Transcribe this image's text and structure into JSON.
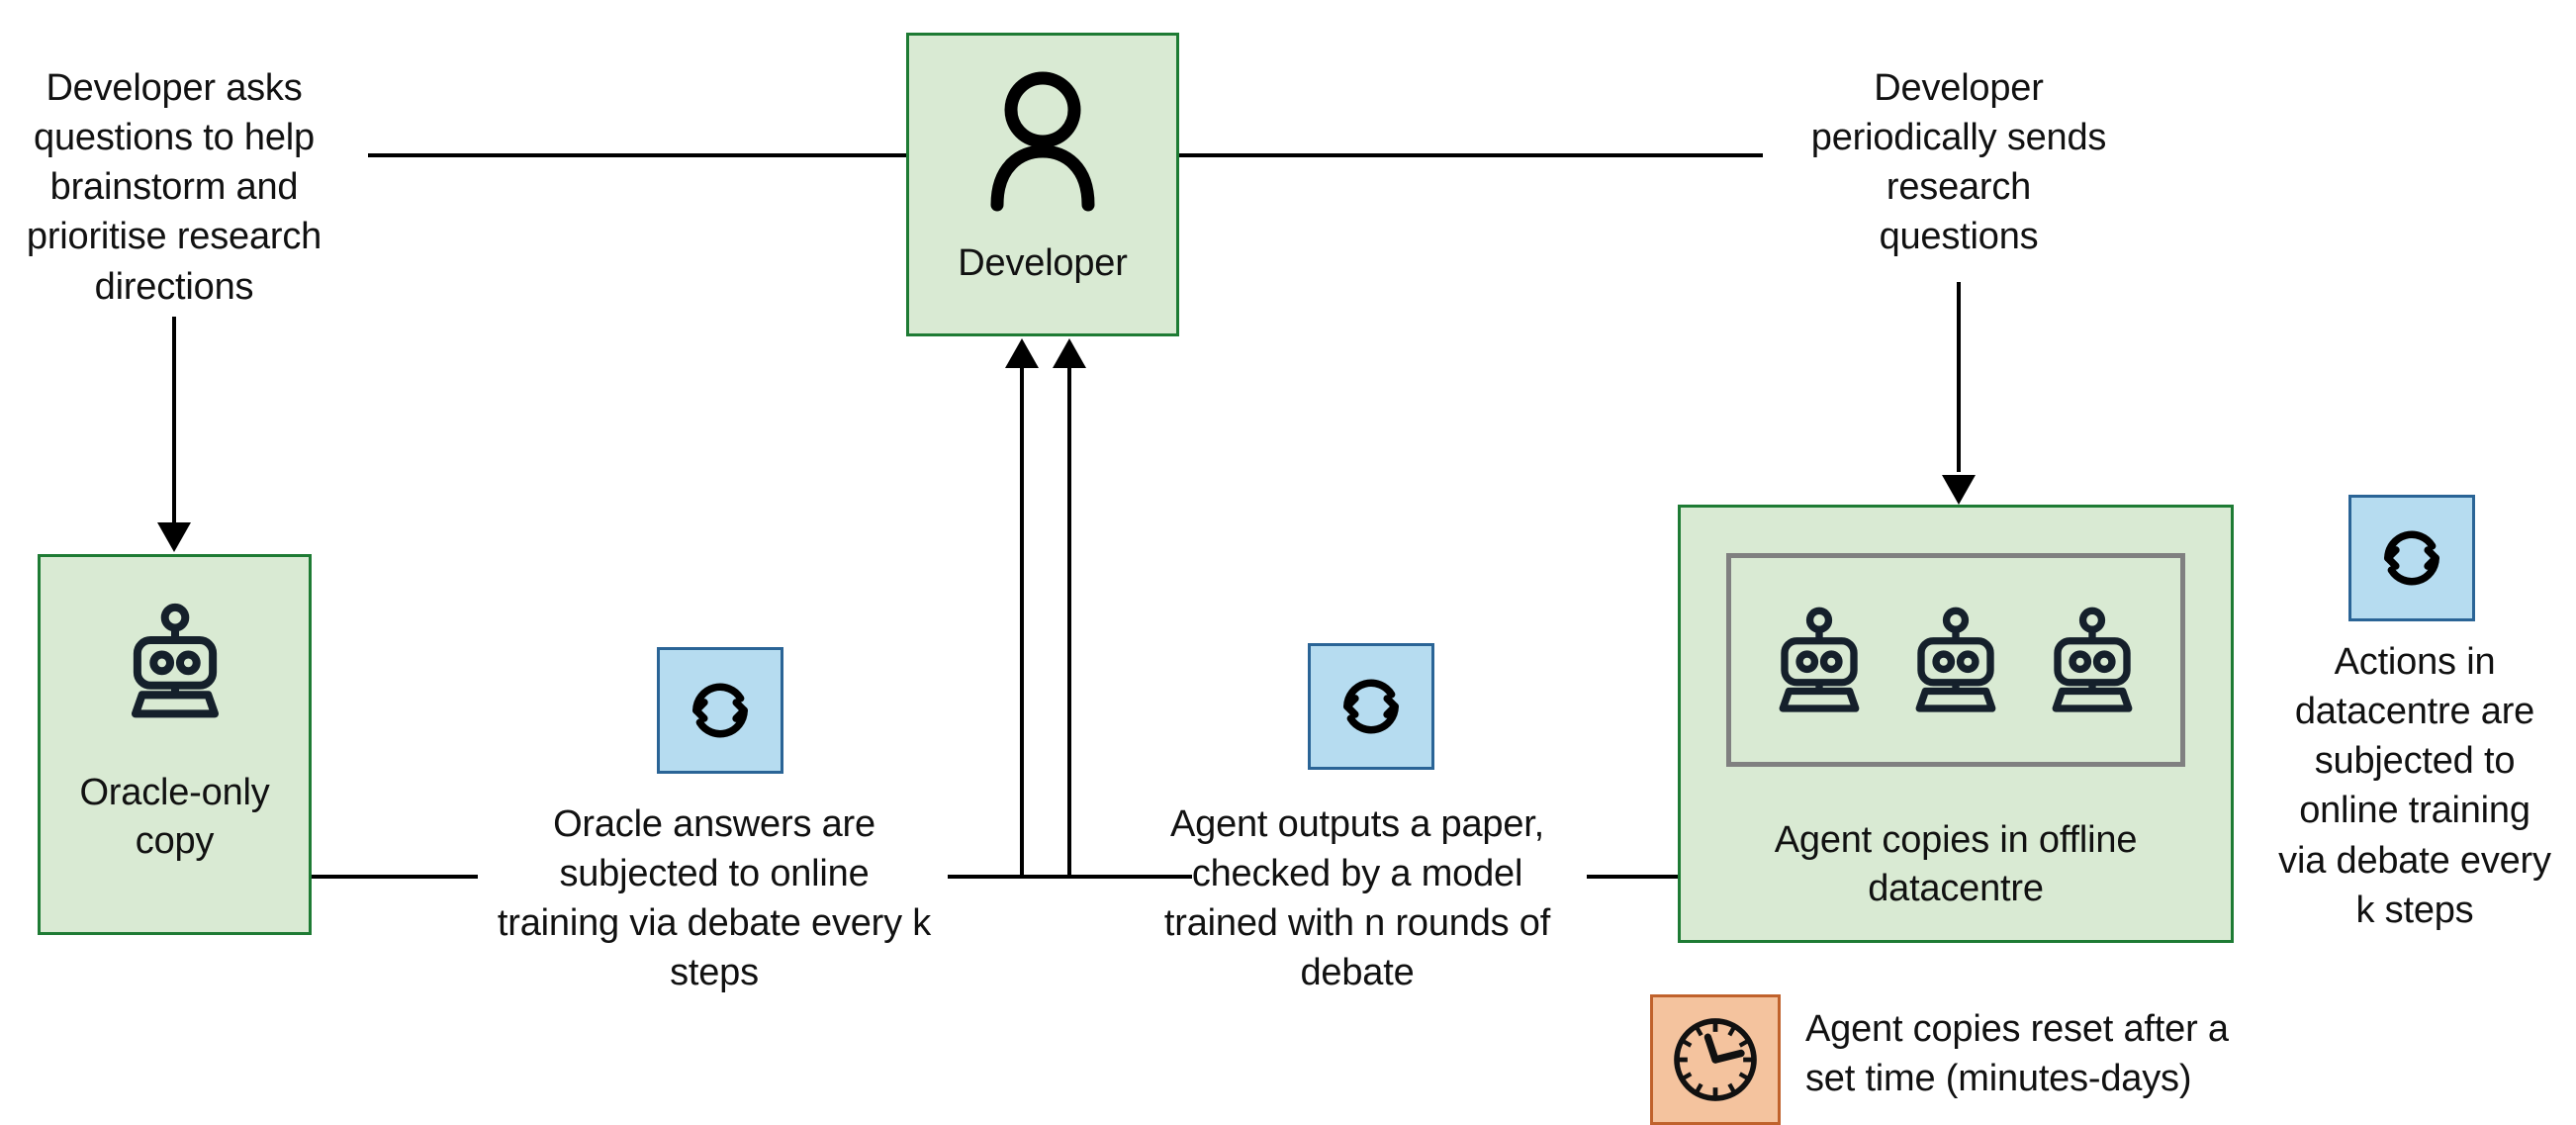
{
  "diagram": {
    "title": "Developer and agent-copy oversight loop",
    "background_color": "#ffffff",
    "palette": {
      "node_fill": "#d9ead3",
      "node_border": "#1e7b34",
      "badge_blue_fill": "#b6dcf0",
      "badge_blue_border": "#2a6496",
      "badge_orange_fill": "#f4c39e",
      "badge_orange_border": "#c0622c",
      "inner_frame_border": "#808080",
      "connector": "#000000",
      "text": "#111111"
    }
  },
  "nodes": {
    "developer": {
      "label": "Developer",
      "icon": "person-icon"
    },
    "oracle": {
      "label": "Oracle-only\ncopy",
      "icon": "robot-icon"
    },
    "datacentre": {
      "label": "Agent copies in offline\ndatacentre",
      "icon": "robot-icon",
      "robot_count": 3
    }
  },
  "captions": {
    "developer_asks": "Developer asks\nquestions to help\nbrainstorm and\nprioritise research\ndirections",
    "developer_sends": "Developer\nperiodically sends\nresearch\nquestions",
    "oracle_answers": "Oracle answers are\nsubjected to online\ntraining via debate every k\nsteps",
    "agent_outputs": "Agent outputs a paper,\nchecked by a model\ntrained with n rounds of\ndebate",
    "actions_datacentre": "Actions in\ndatacentre are\nsubjected to\nonline training\nvia debate every\nk steps",
    "reset_time": "Agent copies reset after a\nset time (minutes-days)"
  },
  "badges": {
    "sync_left": {
      "icon": "sync-refresh-icon",
      "color": "#b6dcf0"
    },
    "sync_middle": {
      "icon": "sync-refresh-icon",
      "color": "#b6dcf0"
    },
    "sync_right": {
      "icon": "sync-refresh-icon",
      "color": "#b6dcf0"
    },
    "clock": {
      "icon": "clock-icon",
      "color": "#f4c39e"
    }
  }
}
